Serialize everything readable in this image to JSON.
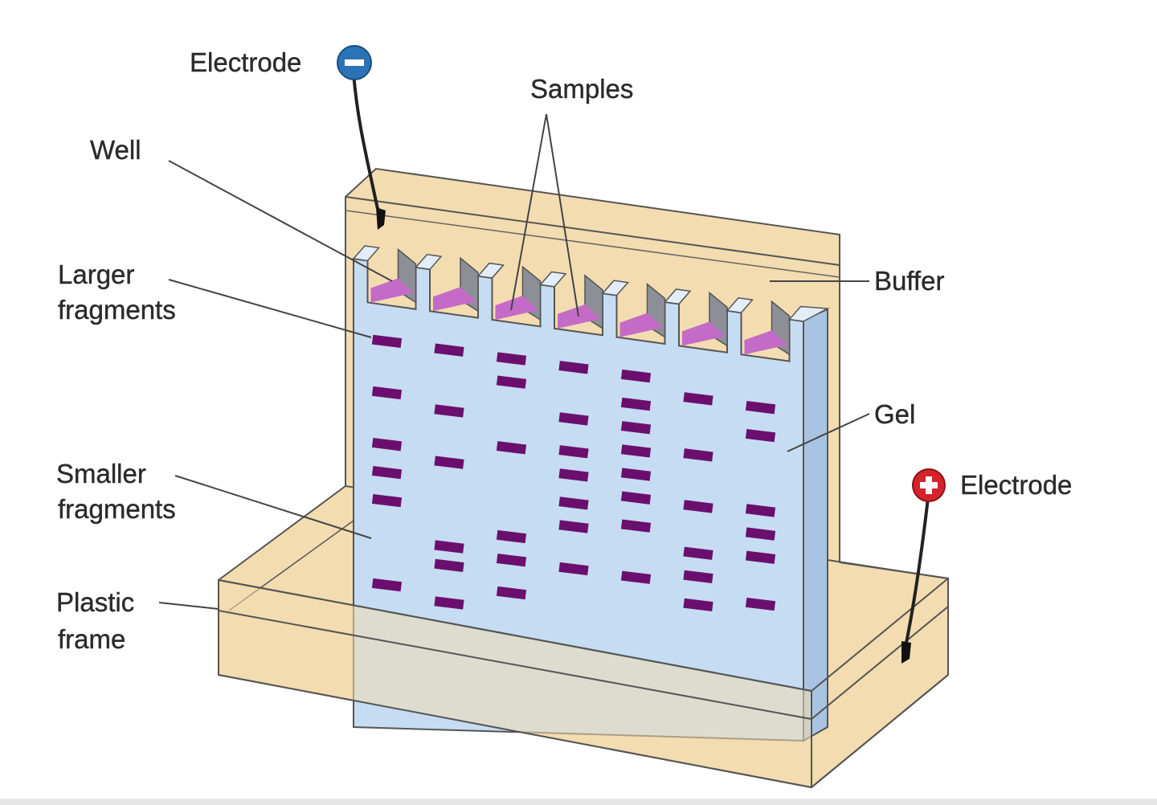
{
  "labels": {
    "electrode_negative": "Electrode",
    "samples": "Samples",
    "well": "Well",
    "larger": "Larger",
    "larger_2": "fragments",
    "buffer": "Buffer",
    "gel": "Gel",
    "electrode_positive": "Electrode",
    "smaller": "Smaller",
    "smaller_2": "fragments",
    "plastic": "Plastic",
    "plastic_2": "frame"
  },
  "colors": {
    "buffer": "#f3dcb0",
    "gel": "#c6dcf2",
    "gel_side": "#a9c4e2",
    "band": "#6b0f6e",
    "sample": "#c46bc8",
    "well_shadow": "#8c8f95",
    "negative_terminal": "#2a73b6",
    "positive_terminal": "#d4232b",
    "outline": "#555555"
  },
  "lanes": [
    {
      "bands": [
        0.09,
        0.2,
        0.31,
        0.37,
        0.43,
        0.61
      ]
    },
    {
      "bands": [
        0.09,
        0.22,
        0.33,
        0.51,
        0.55,
        0.63
      ]
    },
    {
      "bands": [
        0.09,
        0.14,
        0.28,
        0.47,
        0.52,
        0.59
      ]
    },
    {
      "bands": [
        0.09,
        0.2,
        0.27,
        0.32,
        0.38,
        0.43,
        0.52
      ]
    },
    {
      "bands": [
        0.09,
        0.15,
        0.2,
        0.25,
        0.3,
        0.35,
        0.41,
        0.52
      ]
    },
    {
      "bands": [
        0.12,
        0.24,
        0.35,
        0.45,
        0.5,
        0.56
      ]
    },
    {
      "bands": [
        0.12,
        0.18,
        0.34,
        0.39,
        0.44,
        0.54
      ]
    }
  ]
}
